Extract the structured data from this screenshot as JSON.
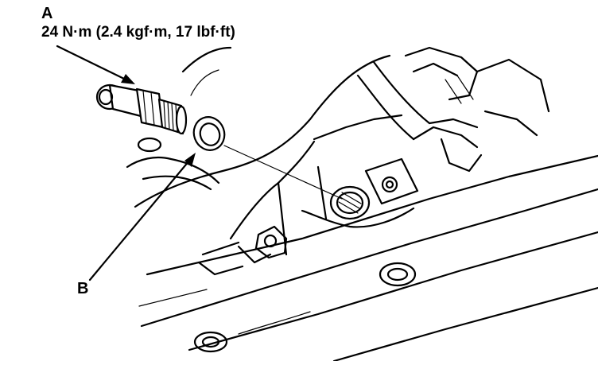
{
  "callouts": {
    "a": {
      "letter": "A",
      "spec": "24 N·m (2.4 kgf·m, 17 lbf·ft)"
    },
    "b": {
      "letter": "B"
    }
  }
}
